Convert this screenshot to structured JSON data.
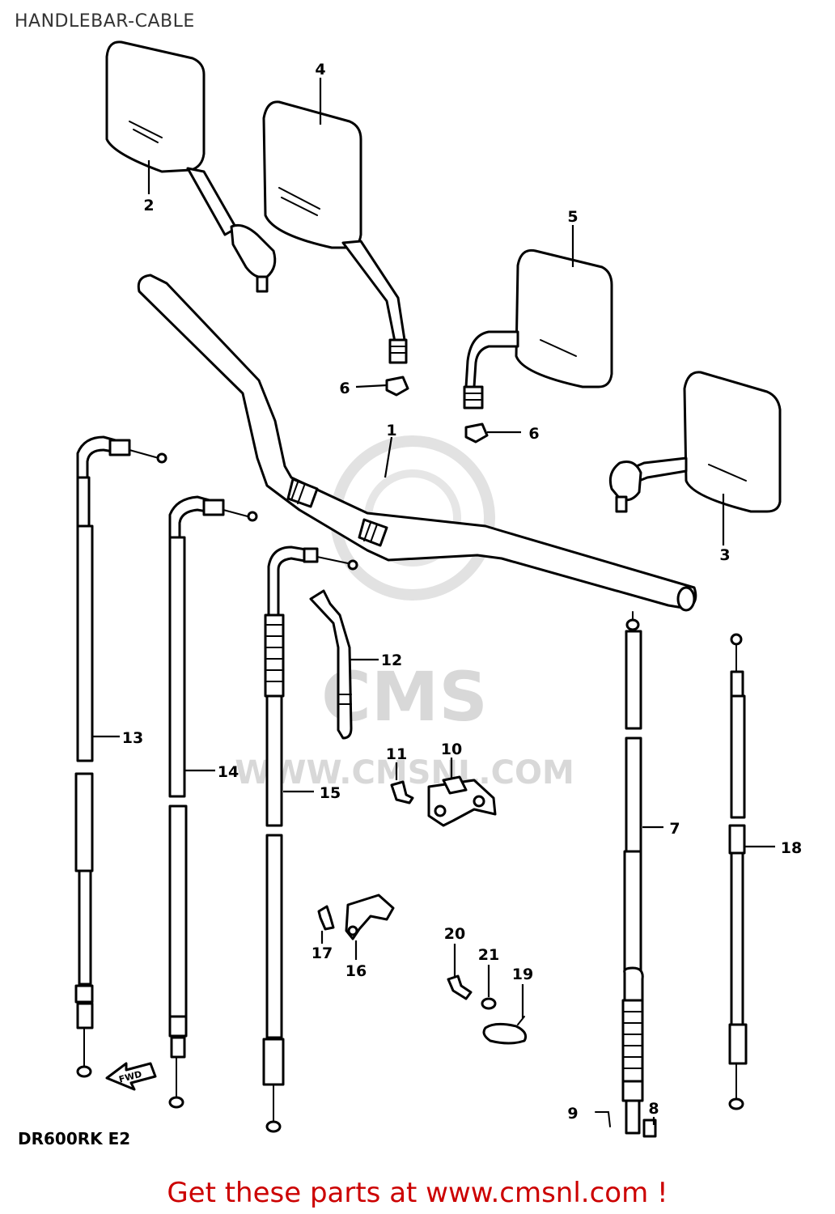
{
  "header": {
    "title": "HANDLEBAR-CABLE"
  },
  "diagram": {
    "model_code": "DR600RK E2",
    "forward_label": "FWD",
    "watermark": {
      "brand": "CMS",
      "url": "WWW.CMSNL.COM"
    },
    "callouts": {
      "handlebar": "1",
      "mirror_left": "2",
      "mirror_right": "3",
      "mirror_left_b": "4",
      "mirror_right_b": "5",
      "nut_left": "6",
      "nut_right": "6",
      "clutch_cable": "7",
      "cable_boot_8": "8",
      "adjuster_9": "9",
      "clamp_10": "10",
      "bolt_11": "11",
      "cable_guide_12": "12",
      "throttle_cable_13": "13",
      "throttle_cable_14": "14",
      "choke_cable_15": "15",
      "clamp_16": "16",
      "bolt_17": "17",
      "decomp_cable_18": "18",
      "clip_19": "19",
      "bolt_20": "20",
      "washer_21": "21"
    }
  },
  "footer": {
    "cta": "Get these parts at www.cmsnl.com !"
  },
  "colors": {
    "line": "#000000",
    "cta": "#cc0000",
    "watermark": "#d8d8d8",
    "title": "#333333"
  }
}
